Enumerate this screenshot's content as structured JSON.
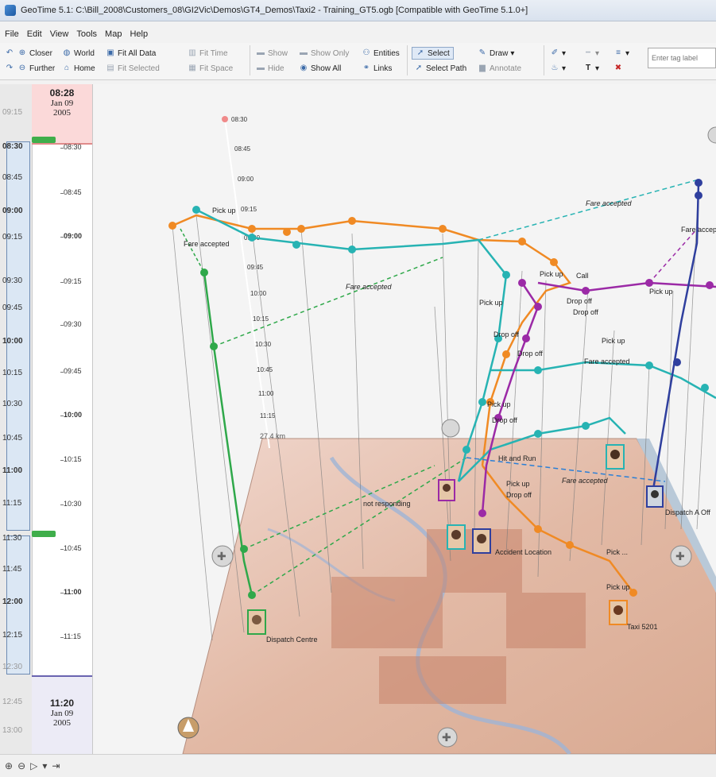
{
  "window": {
    "title": "GeoTime 5.1: C:\\Bill_2008\\Customers_08\\GI2Vic\\Demos\\GT4_Demos\\Taxi2 - Training_GT5.ogb [Compatible with GeoTime 5.1.0+]"
  },
  "menu": [
    "File",
    "Edit",
    "View",
    "Tools",
    "Map",
    "Help"
  ],
  "toolbar": {
    "closer": "Closer",
    "world": "World",
    "fit_all": "Fit All Data",
    "fit_time": "Fit Time",
    "further": "Further",
    "home": "Home",
    "fit_selected": "Fit Selected",
    "fit_space": "Fit Space",
    "show": "Show",
    "show_only": "Show Only",
    "entities": "Entities",
    "hide": "Hide",
    "show_all": "Show All",
    "links": "Links",
    "select": "Select",
    "select_path": "Select Path",
    "draw": "Draw",
    "annotate": "Annotate",
    "tag_placeholder": "Enter tag label"
  },
  "timeline": {
    "start": {
      "time": "08:28",
      "date": "Jan 09",
      "year": "2005"
    },
    "end": {
      "time": "11:20",
      "date": "Jan 09",
      "year": "2005"
    },
    "left_ticks": [
      "09:15",
      "08:30",
      "08:45",
      "09:00",
      "09:15",
      "09:30",
      "09:45",
      "10:00",
      "10:15",
      "10:30",
      "10:45",
      "11:00",
      "11:15",
      "11:30",
      "11:45",
      "12:00",
      "12:15",
      "12:30",
      "12:45",
      "13:00"
    ],
    "mid_ticks": [
      "08:30",
      "08:45",
      "09:00",
      "09:15",
      "09:30",
      "09:45",
      "10:00",
      "10:15",
      "10:30",
      "10:45",
      "11:00",
      "11:15"
    ]
  },
  "scene": {
    "time_axis": [
      "08:30",
      "08:45",
      "09:00",
      "09:15",
      "09:30",
      "09:45",
      "10:00",
      "10:15",
      "10:30",
      "10:45",
      "11:00",
      "11:15"
    ],
    "scale_label": "27.4 km",
    "labels": {
      "pick_up": "Pick up",
      "fare_accepted": "Fare accepted",
      "fare_accepted_lc": "Fare accepted",
      "drop_off": "Drop off",
      "call": "Call",
      "not_responding": "not responding",
      "hit_and_run": "Hit and Run",
      "accident_location": "Accident Location",
      "dispatch_a": "Dispatch A Off",
      "taxi": "Taxi 5201",
      "dispatch_centre": "Dispatch Centre",
      "pick_cut": "Pick ..."
    },
    "colors": {
      "orange": "#f08a24",
      "teal": "#27b3b3",
      "purple": "#9b2aa6",
      "green": "#2fa84a",
      "navy": "#2f3f9e"
    }
  }
}
